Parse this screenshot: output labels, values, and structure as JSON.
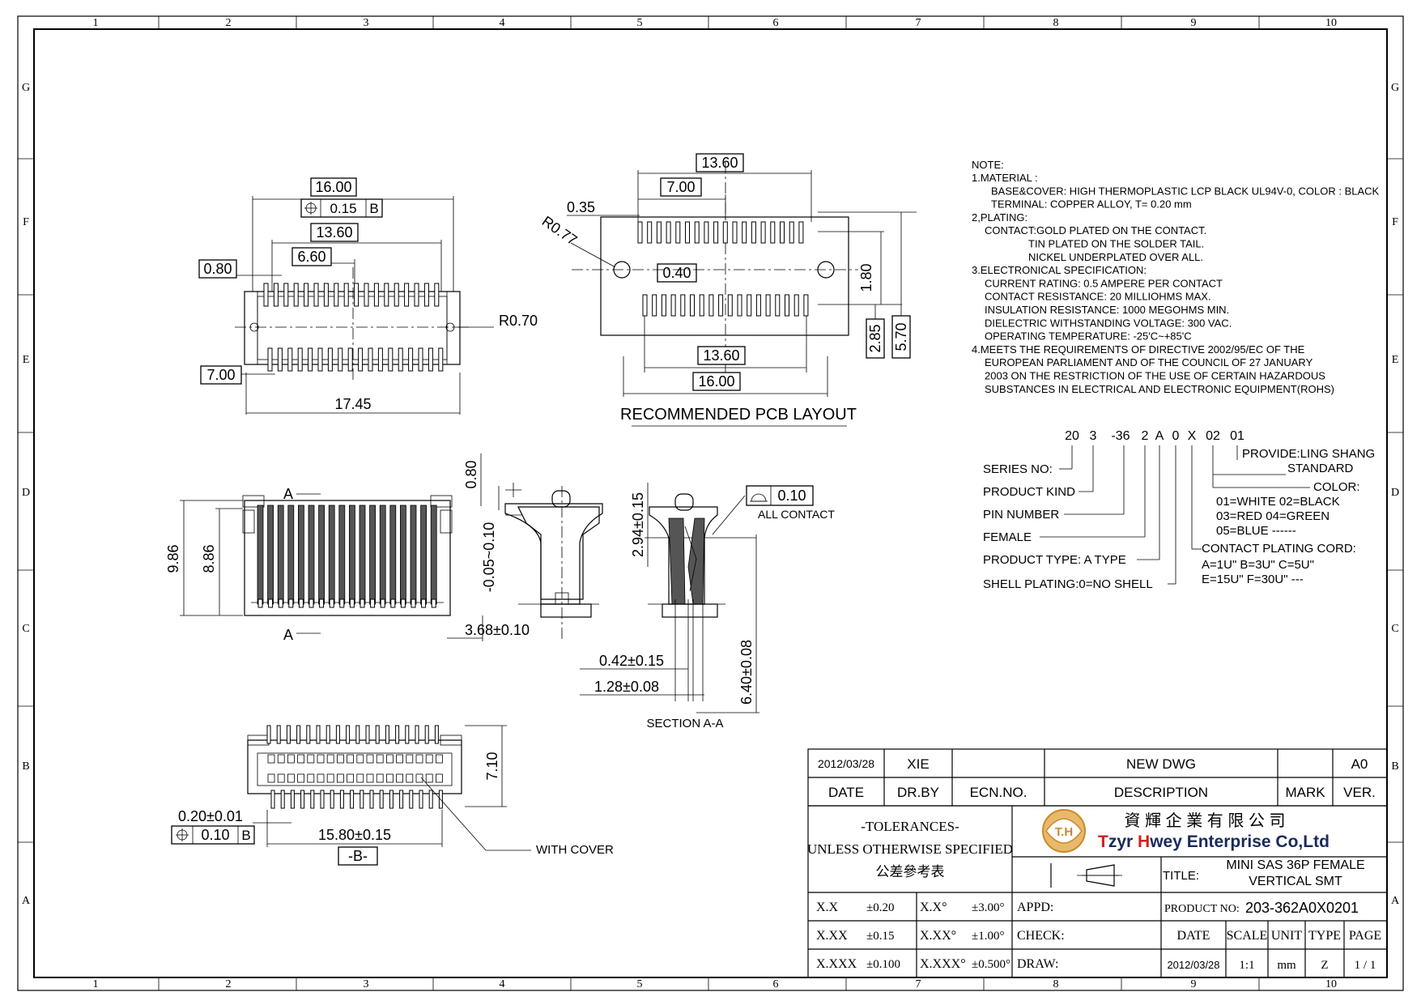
{
  "border": {
    "col_numbers": [
      "1",
      "2",
      "3",
      "4",
      "5",
      "6",
      "7",
      "8",
      "9",
      "10"
    ],
    "row_letters": [
      "G",
      "F",
      "E",
      "D",
      "C",
      "B",
      "A"
    ]
  },
  "notes": {
    "header": "NOTE:",
    "lines": [
      "1.MATERIAL :",
      "BASE&COVER: HIGH THERMOPLASTIC LCP  BLACK UL94V-0, COLOR : BLACK",
      "TERMINAL: COPPER ALLOY,   T= 0.20 mm",
      "2,PLATING:",
      "CONTACT:GOLD PLATED ON THE CONTACT.",
      "TIN PLATED ON THE SOLDER TAIL.",
      "NICKEL UNDERPLATED OVER ALL.",
      "3.ELECTRONICAL SPECIFICATION:",
      "CURRENT RATING: 0.5 AMPERE PER CONTACT",
      "CONTACT RESISTANCE: 20 MILLIOHMS MAX.",
      "INSULATION RESISTANCE: 1000 MEGOHMS MIN.",
      "DIELECTRIC WITHSTANDING VOLTAGE: 300 VAC.",
      "OPERATING TEMPERATURE: -25'C~+85'C",
      "4.MEETS THE REQUIREMENTS OF DIRECTIVE 2002/95/EC OF THE",
      "EUROPEAN PARLIAMENT AND OF THE COUNCIL OF 27 JANUARY",
      "2003 ON THE RESTRICTION OF THE USE OF CERTAIN HAZARDOUS",
      "SUBSTANCES IN ELECTRICAL AND ELECTRONIC EQUIPMENT(ROHS)"
    ]
  },
  "part_code": {
    "segments": [
      "20",
      "3",
      "-36",
      "2",
      "A",
      "0",
      "X",
      "02",
      "01"
    ],
    "left_labels": [
      "SERIES NO:",
      "PRODUCT KIND",
      "PIN NUMBER",
      "FEMALE",
      "PRODUCT TYPE: A TYPE",
      "SHELL PLATING:0=NO SHELL"
    ],
    "right_labels": [
      "PROVIDE:LING SHANG",
      "STANDARD",
      "COLOR:",
      "01=WHITE  02=BLACK",
      "03=RED    04=GREEN",
      "05=BLUE  ------",
      "CONTACT PLATING CORD:",
      "A=1U\"  B=3U\"  C=5U\"",
      "E=15U\"  F=30U\"  ---"
    ]
  },
  "views": {
    "top": {
      "dims": [
        "16.00",
        "0.15",
        "B",
        "13.60",
        "6.60",
        "0.80",
        "R0.70",
        "7.00",
        "17.45"
      ]
    },
    "pcb": {
      "title": "RECOMMENDED PCB LAYOUT",
      "dims": [
        "13.60",
        "7.00",
        "0.35",
        "R0.77",
        "0.40",
        "1.80",
        "13.60",
        "16.00",
        "2.85",
        "5.70"
      ]
    },
    "front": {
      "dims": [
        "A",
        "A",
        "9.86",
        "8.86",
        "0.80",
        "-0.05~0.10",
        "3.68±0.10"
      ]
    },
    "section": {
      "title": "SECTION A-A",
      "dims": [
        "0.10",
        "ALL CONTACT",
        "2.94±0.15",
        "0.42±0.15",
        "1.28±0.08",
        "6.40±0.08"
      ]
    },
    "bottom": {
      "dims": [
        "7.10",
        "0.20±0.01",
        "0.10",
        "B",
        "15.80±0.15",
        "-B-",
        "WITH COVER"
      ]
    }
  },
  "title_block": {
    "rev_date": "2012/03/28",
    "rev_by": "XIE",
    "rev_desc": "NEW DWG",
    "rev_ver": "A0",
    "hdr_date": "DATE",
    "hdr_drby": "DR.BY",
    "hdr_ecn": "ECN.NO.",
    "hdr_desc": "DESCRIPTION",
    "hdr_mark": "MARK",
    "hdr_ver": "VER.",
    "tol_title": "-TOLERANCES-",
    "tol_sub": "UNLESS OTHERWISE SPECIFIED",
    "tol_cn": "公差參考表",
    "logo_text": "T.H",
    "company_cn": "資 輝 企 業 有 限 公 司",
    "company_en_t": "T",
    "company_en_zyr": "zyr ",
    "company_en_h": "H",
    "company_en_rest": "wey Enterprise Co,Ltd",
    "title_label": "TITLE:",
    "title_line1": "MINI SAS 36P FEMALE",
    "title_line2": "VERTICAL SMT",
    "tol_rows": [
      {
        "a": "X.X",
        "b": "±0.20",
        "c": "X.X°",
        "d": "±3.00°",
        "e": "APPD:"
      },
      {
        "a": "X.XX",
        "b": "±0.15",
        "c": "X.XX°",
        "d": "±1.00°",
        "e": "CHECK:"
      },
      {
        "a": "X.XXX",
        "b": "±0.100",
        "c": "X.XXX°",
        "d": "±0.500°",
        "e": "DRAW:"
      }
    ],
    "product_no_label": "PRODUCT NO:",
    "product_no": "203-362A0X0201",
    "hdr2": [
      "DATE",
      "SCALE",
      "UNIT",
      "TYPE",
      "PAGE"
    ],
    "val2": [
      "2012/03/28",
      "1:1",
      "mm",
      "Z",
      "1 / 1"
    ]
  }
}
